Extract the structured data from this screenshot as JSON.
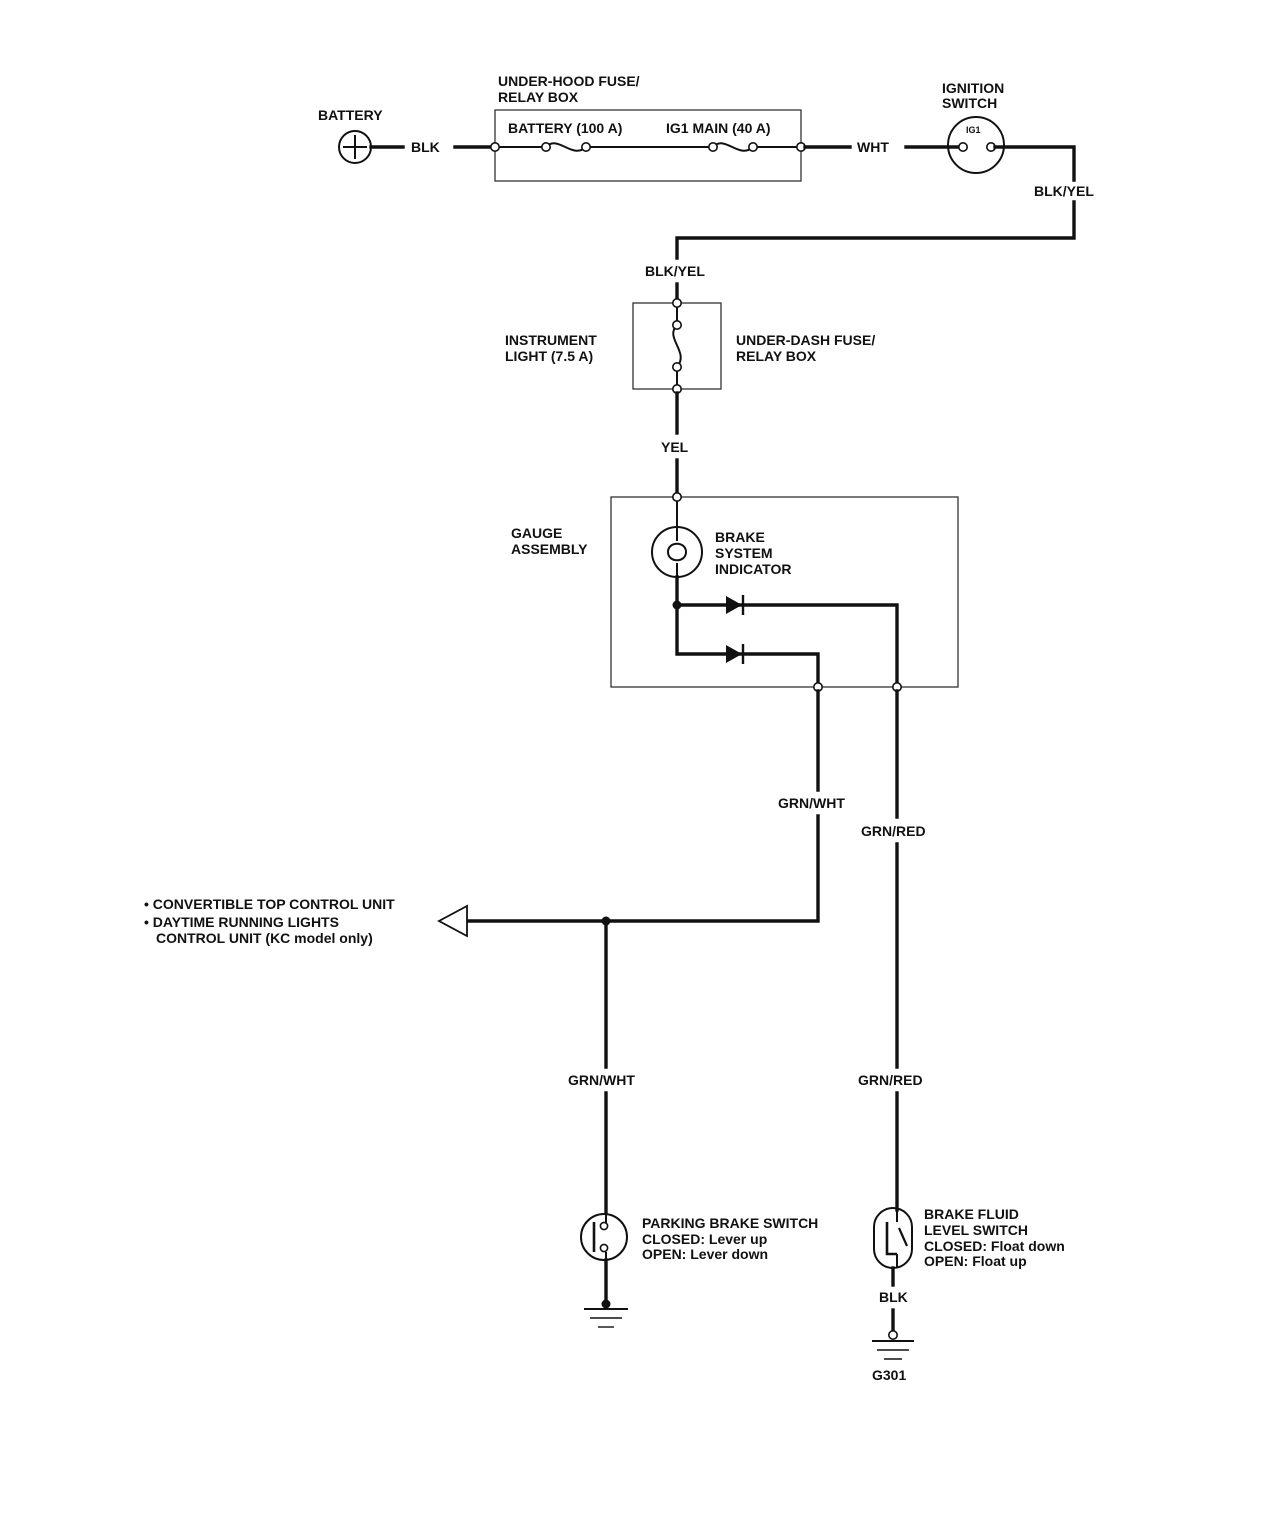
{
  "battery": {
    "label": "BATTERY"
  },
  "underhood_box": {
    "title_line1": "UNDER-HOOD FUSE/",
    "title_line2": "RELAY BOX",
    "fuse1": "BATTERY (100 A)",
    "fuse2": "IG1 MAIN (40 A)"
  },
  "ignition_switch": {
    "line1": "IGNITION",
    "line2": "SWITCH",
    "terminal": "IG1"
  },
  "underdash_box": {
    "fuse_line1": "INSTRUMENT",
    "fuse_line2": "LIGHT (7.5 A)",
    "box_line1": "UNDER-DASH FUSE/",
    "box_line2": "RELAY BOX"
  },
  "gauge": {
    "assembly_line1": "GAUGE",
    "assembly_line2": "ASSEMBLY",
    "indicator_line1": "BRAKE",
    "indicator_line2": "SYSTEM",
    "indicator_line3": "INDICATOR"
  },
  "wires": {
    "blk": "BLK",
    "wht": "WHT",
    "blk_yel_1": "BLK/YEL",
    "blk_yel_2": "BLK/YEL",
    "yel": "YEL",
    "grn_wht_1": "GRN/WHT",
    "grn_red_1": "GRN/RED",
    "grn_wht_2": "GRN/WHT",
    "grn_red_2": "GRN/RED",
    "blk_ground": "BLK"
  },
  "outputs": {
    "line1": "• CONVERTIBLE TOP CONTROL UNIT",
    "line2": "• DAYTIME RUNNING LIGHTS",
    "line3": "CONTROL UNIT (KC model only)"
  },
  "parking_brake_switch": {
    "line1": "PARKING BRAKE SWITCH",
    "line2": "CLOSED: Lever up",
    "line3": "OPEN: Lever down"
  },
  "brake_fluid_switch": {
    "line1": "BRAKE FLUID",
    "line2": "LEVEL SWITCH",
    "line3": "CLOSED: Float down",
    "line4": "OPEN: Float up"
  },
  "ground": {
    "label": "G301"
  }
}
